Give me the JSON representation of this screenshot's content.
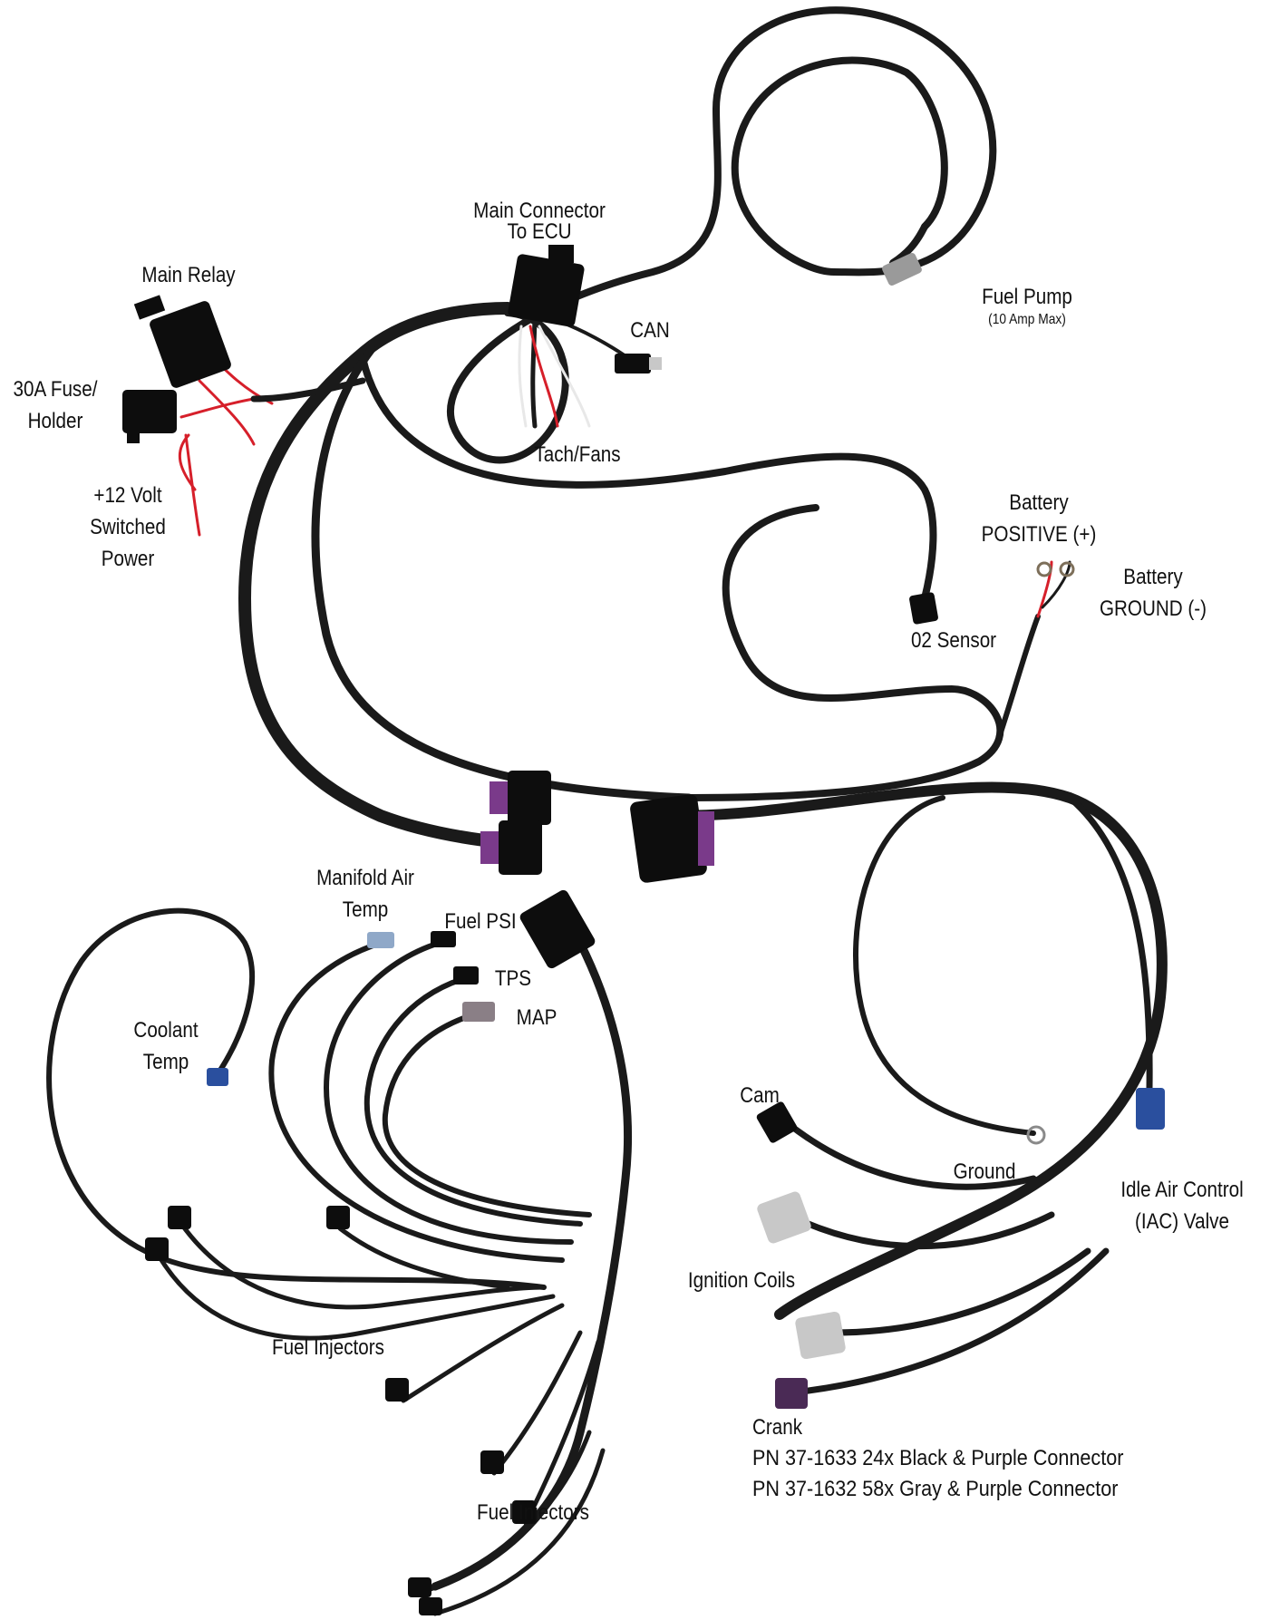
{
  "labels": {
    "main_connector_line1": "Main Connector",
    "main_connector_line2": "To ECU",
    "main_relay": "Main Relay",
    "fuel_pump": "Fuel Pump",
    "fuel_pump_note": "(10 Amp Max)",
    "can": "CAN",
    "fuse_line1": "30A Fuse/",
    "fuse_line2": "Holder",
    "tach_fans": "Tach/Fans",
    "switched_line1": "+12 Volt",
    "switched_line2": "Switched",
    "switched_line3": "Power",
    "battery_pos_line1": "Battery",
    "battery_pos_line2": "POSITIVE (+)",
    "battery_gnd_line1": "Battery",
    "battery_gnd_line2": "GROUND (-)",
    "o2_sensor": "02 Sensor",
    "manifold_air_line1": "Manifold Air",
    "manifold_air_line2": "Temp",
    "fuel_psi": "Fuel PSI",
    "tps": "TPS",
    "map": "MAP",
    "coolant_line1": "Coolant",
    "coolant_line2": "Temp",
    "cam": "Cam",
    "ground": "Ground",
    "iac_line1": "Idle Air Control",
    "iac_line2": "(IAC) Valve",
    "ignition_coils": "Ignition Coils",
    "fuel_injectors_upper": "Fuel Injectors",
    "crank": "Crank",
    "pn_24x": "PN 37-1633 24x  Black & Purple Connector",
    "pn_58x": "PN 37-1632 58x Gray & Purple Connector",
    "fuel_injectors_lower": "Fuel Injectors"
  },
  "colors": {
    "background": "#ffffff",
    "harness": "#1a1a1a",
    "connector": "#0d0d0d",
    "red_wire": "#d61f2a",
    "white_wire": "#e8e8e8",
    "gray_connector": "#c8c8c8",
    "blue_connector": "#2a4f9e",
    "purple_accent": "#7a3a8a"
  }
}
